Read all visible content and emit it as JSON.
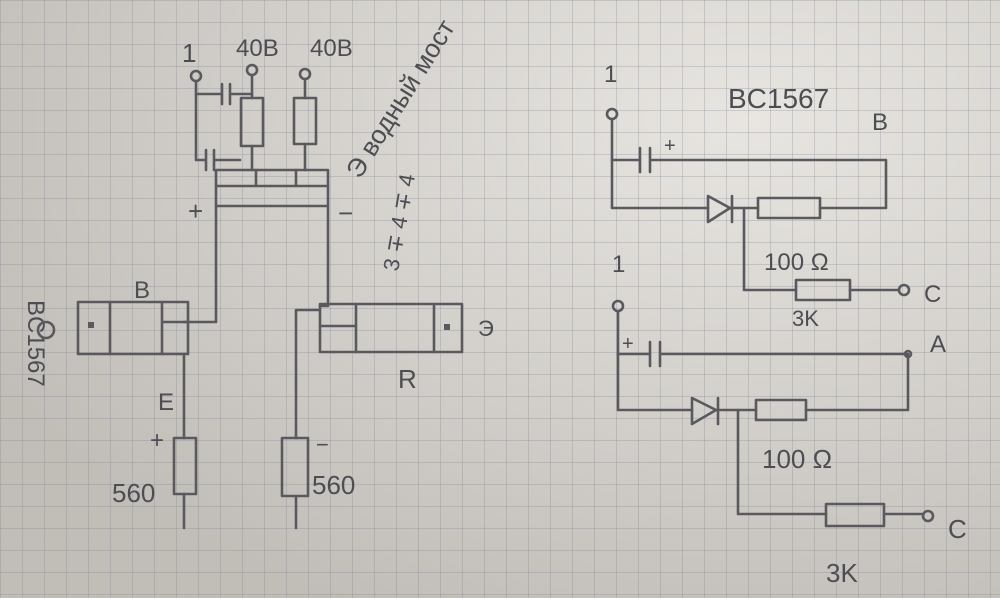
{
  "labels": {
    "terminal_1": "1",
    "left_val_a": "40B",
    "left_val_b": "40B",
    "side_note": "BC1567",
    "diag_note": "Э водный мост",
    "diag_note_2": "3 ∓ 4 ∓ 4",
    "b_label": "B",
    "e_label": "E",
    "plus": "+",
    "minus": "−",
    "r_left": "560",
    "r_right": "560",
    "d_label": "Э",
    "r_box": "R",
    "right_title": "BC1567",
    "right_b": "B",
    "right_c1": "C",
    "right_c2": "C",
    "right_r1": "100 Ω",
    "right_r2": "3K",
    "right_r3": "100 Ω",
    "right_r4": "3K",
    "right_a": "A",
    "right_term1": "1",
    "right_term2": "1"
  }
}
